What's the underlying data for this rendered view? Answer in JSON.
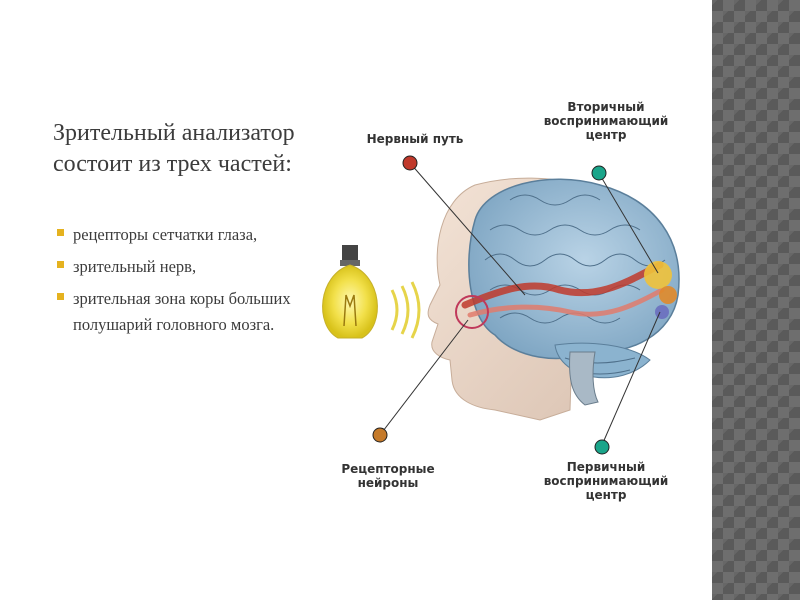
{
  "heading": "Зрительный анализатор состоит из трех частей:",
  "bullets": [
    "рецепторы сетчатки глаза,",
    "зрительный нерв,",
    "зрительная зона коры больших полушарий головного мозга."
  ],
  "figure": {
    "label_nerve": "Нервный путь",
    "label_secondary": "Вторичный воспринимающий центр",
    "label_receptor": "Рецепторные нейроны",
    "label_primary": "Первичный воспринимающий центр"
  },
  "colors": {
    "bullet": "#e5b21f",
    "strip": "#5a5a5a",
    "brain": "#8fb4cf",
    "pathway": "#c0392b"
  }
}
